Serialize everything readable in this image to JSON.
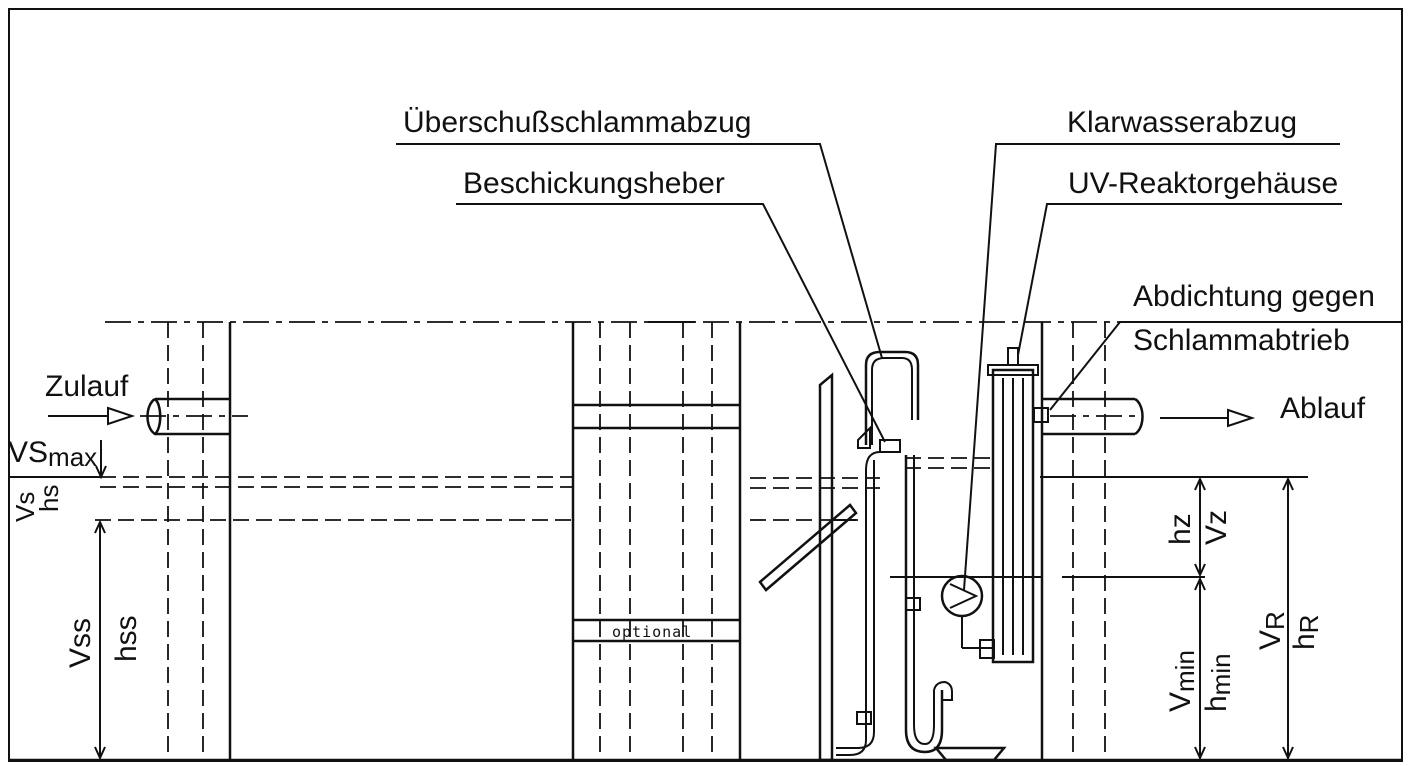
{
  "labels": {
    "ueberschuss": "Überschußschlammabzug",
    "beschickung": "Beschickungsheber",
    "klarwasser": "Klarwasserabzug",
    "uv": "UV-Reaktorgehäuse",
    "abdichtung1": "Abdichtung gegen",
    "abdichtung2": "Schlammabtrieb",
    "zulauf": "Zulauf",
    "ablauf": "Ablauf",
    "optional": "optional",
    "vsmax_v": "VS",
    "vsmax_sub": "max",
    "vs": "Vs",
    "hs": "hs",
    "vss": "Vss",
    "hss": "hss",
    "hz": "hz",
    "vz": "Vz",
    "vmin": "V",
    "vmin_sub": "min",
    "hmin": "h",
    "hmin_sub": "min",
    "vr": "V",
    "vr_sub": "R",
    "hr": "h",
    "hr_sub": "R"
  }
}
